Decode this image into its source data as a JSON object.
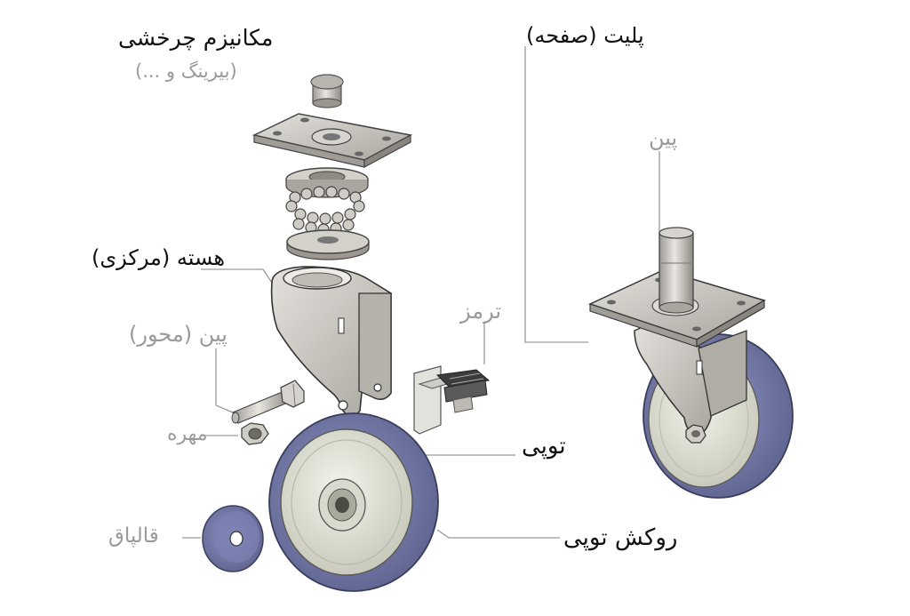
{
  "labels": {
    "swivel_mechanism": "مکانیزم چرخشی",
    "bearing_etc": "(بیرینگ و ...)",
    "plate": "پلیت (صفحه)",
    "pin": "پین",
    "core": "هسته (مرکزی)",
    "brake": "ترمز",
    "axle_pin": "پین (محور)",
    "nut": "مهره",
    "wheel": "توپی",
    "hubcap": "قالپاق",
    "wheel_cover": "روکش توپی"
  },
  "colors": {
    "tread": "#7d83b3",
    "tread_dark": "#5b5f8d",
    "hub": "#e7e8dc",
    "metal": "#c9c6c1",
    "metal_dark": "#8f8b86",
    "leader": "#9a9a9a"
  }
}
